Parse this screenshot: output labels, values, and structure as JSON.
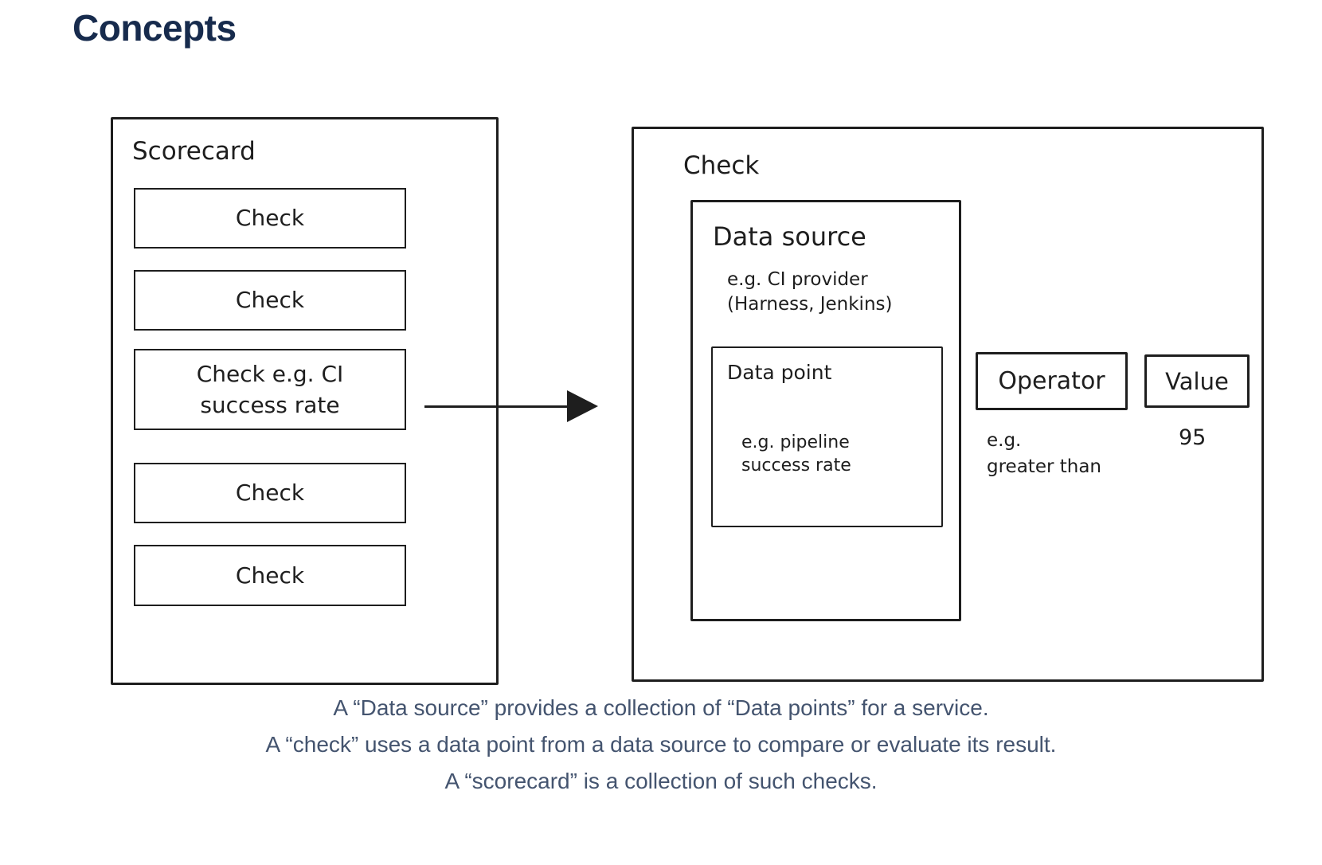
{
  "title": "Concepts",
  "colors": {
    "heading": "#172b4d",
    "caption_text": "#44546f",
    "diagram_stroke": "#1e1e1e",
    "background": "#ffffff"
  },
  "diagram": {
    "scorecard": {
      "label": "Scorecard",
      "checks": [
        "Check",
        "Check",
        "Check e.g. CI\nsuccess rate",
        "Check",
        "Check"
      ]
    },
    "arrow_icon": "right-arrow",
    "check_detail": {
      "label": "Check",
      "data_source": {
        "label": "Data source",
        "example": "e.g. CI provider\n(Harness, Jenkins)",
        "data_point": {
          "label": "Data point",
          "example": "e.g. pipeline\nsuccess rate"
        }
      },
      "operator": {
        "label": "Operator",
        "example": "e.g.\ngreater than"
      },
      "value": {
        "label": "Value",
        "example": "95"
      }
    }
  },
  "caption": {
    "lines": [
      "A “Data source” provides a collection of “Data points” for a service.",
      "A “check” uses a data point from a data source to compare or evaluate its result.",
      "A “scorecard” is a collection of such checks."
    ]
  }
}
